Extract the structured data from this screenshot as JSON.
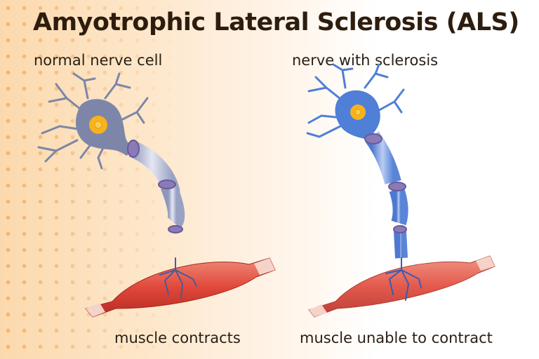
{
  "title": "Amyotrophic Lateral Sclerosis (ALS)",
  "labels": {
    "normal": "normal nerve cell",
    "sclerosis": "nerve with sclerosis",
    "contracts": "muscle contracts",
    "unable": "muscle unable to contract"
  },
  "colors": {
    "title": "#2e1d0e",
    "neuron_normal": "#7d86a8",
    "neuron_sclerosis": "#4f7fd6",
    "nucleus": "#f7b21c",
    "muscle": "#d9473a"
  }
}
